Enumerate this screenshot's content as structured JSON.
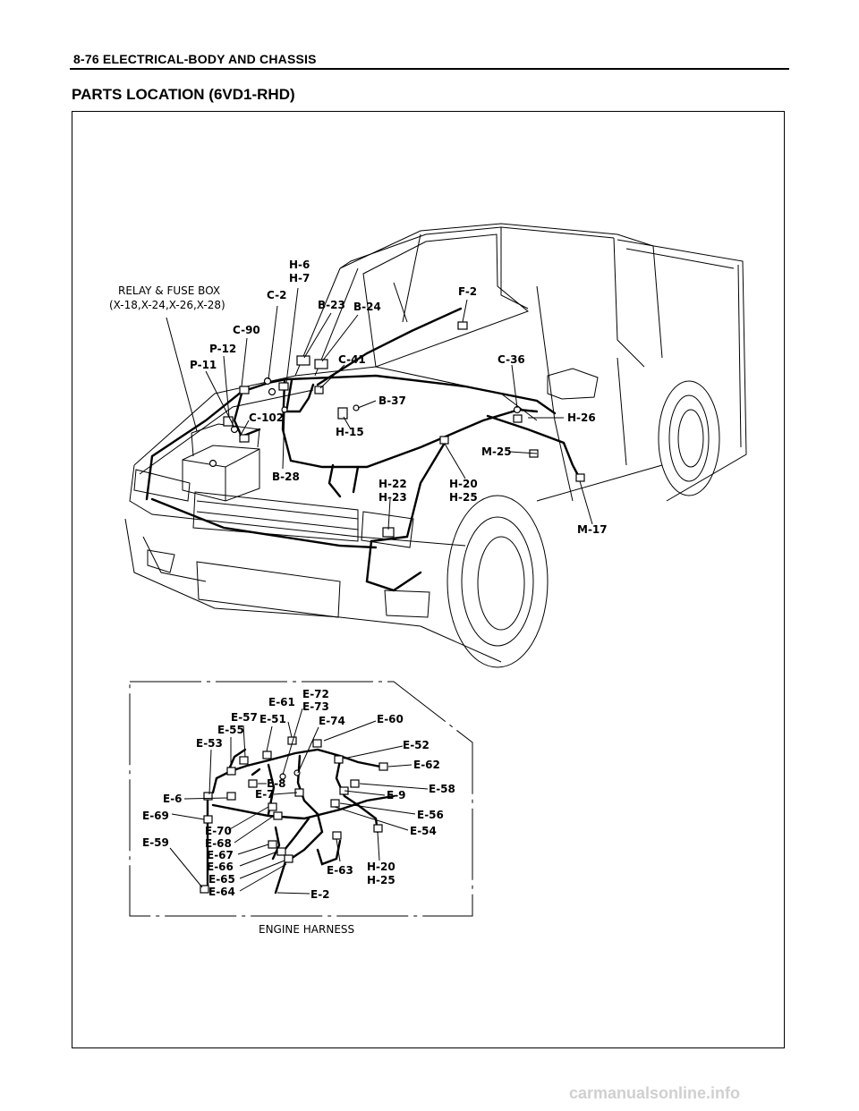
{
  "page": {
    "header": "8-76  ELECTRICAL-BODY AND CHASSIS",
    "title": "PARTS LOCATION (6VD1-RHD)",
    "watermark": "carmanualsonline.info"
  },
  "vehicle_labels": {
    "relay_fuse_box": "RELAY & FUSE BOX",
    "relay_fuse_box_ids": "(X-18,X-24,X-26,X-28)",
    "h6": "H-6",
    "h7": "H-7",
    "c2": "C-2",
    "b23": "B-23",
    "b24": "B-24",
    "f2": "F-2",
    "c90": "C-90",
    "p12": "P-12",
    "p11": "P-11",
    "c41": "C-41",
    "c36": "C-36",
    "b37": "B-37",
    "h26": "H-26",
    "c102": "C-102",
    "h15": "H-15",
    "m25": "M-25",
    "b28": "B-28",
    "h22": "H-22",
    "h23": "H-23",
    "h20": "H-20",
    "h25": "H-25",
    "m17": "M-17"
  },
  "engine_labels": {
    "caption": "ENGINE HARNESS",
    "e72": "E-72",
    "e73": "E-73",
    "e61": "E-61",
    "e57": "E-57",
    "e51": "E-51",
    "e74": "E-74",
    "e60": "E-60",
    "e55": "E-55",
    "e53": "E-53",
    "e52": "E-52",
    "e62": "E-62",
    "e8": "E-8",
    "e7": "E-7",
    "e6": "E-6",
    "e9": "E-9",
    "e58": "E-58",
    "e69": "E-69",
    "e56": "E-56",
    "e70": "E-70",
    "e54": "E-54",
    "e59": "E-59",
    "e68": "E-68",
    "e67": "E-67",
    "e66": "E-66",
    "e63": "E-63",
    "h20": "H-20",
    "e65": "E-65",
    "h25": "H-25",
    "e64": "E-64",
    "e2": "E-2"
  }
}
